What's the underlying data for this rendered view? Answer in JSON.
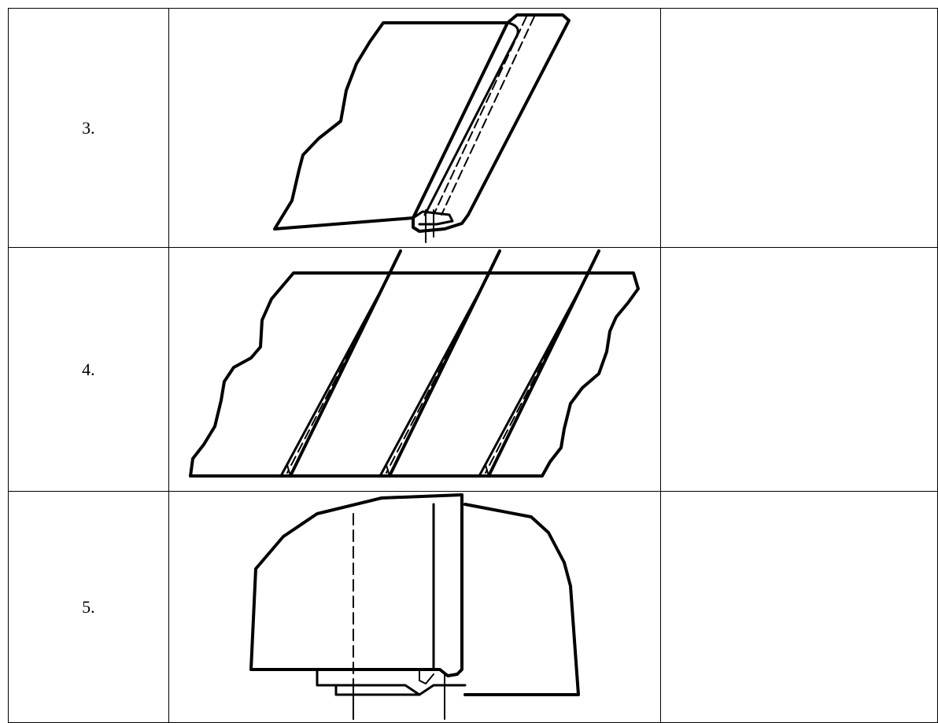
{
  "rows": [
    {
      "number": "3.",
      "figure_icon": "folded-hem-seam-icon"
    },
    {
      "number": "4.",
      "figure_icon": "tucks-pleats-seam-icon"
    },
    {
      "number": "5.",
      "figure_icon": "lapped-seam-icon"
    }
  ]
}
